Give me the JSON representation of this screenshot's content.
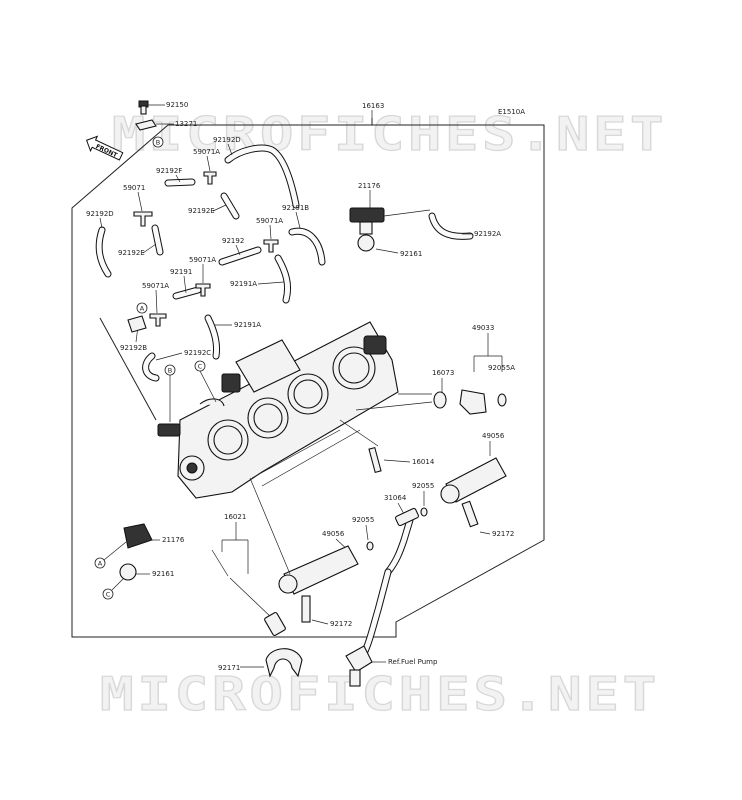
{
  "watermark": {
    "text": "MICROFICHES.NET"
  },
  "diagram": {
    "code": "E1510A",
    "front_label": "FRONT",
    "ref_text": "Ref.Fuel Pump",
    "callouts": [
      "A",
      "B",
      "C"
    ]
  },
  "parts": {
    "p92150": "92150",
    "p13271": "13271",
    "p16163": "16163",
    "p92192D_top": "92192D",
    "p59071A_a": "59071A",
    "p92192F": "92192F",
    "p59071": "59071",
    "p92192E_mid": "92192E",
    "p92192D_left": "92192D",
    "p92192E_left": "92192E",
    "p92191B": "92191B",
    "p59071A_b": "59071A",
    "p92192": "92192",
    "p21176_top": "21176",
    "p92192A": "92192A",
    "p92161_top": "92161",
    "p59071A_c": "59071A",
    "p92191": "92191",
    "p59071A_d": "59071A",
    "p92191A_a": "92191A",
    "p92191A_b": "92191A",
    "p92192B": "92192B",
    "p92192C": "92192C",
    "p49033": "49033",
    "p16073": "16073",
    "p92055A": "92055A",
    "p49056_right": "49056",
    "p16014": "16014",
    "p92055_right": "92055",
    "p31064": "31064",
    "p16021": "16021",
    "p49056_left": "49056",
    "p92055_left": "92055",
    "p92172_right": "92172",
    "p21176_left": "21176",
    "p92161_left": "92161",
    "p92172_left": "92172",
    "p92171": "92171"
  }
}
